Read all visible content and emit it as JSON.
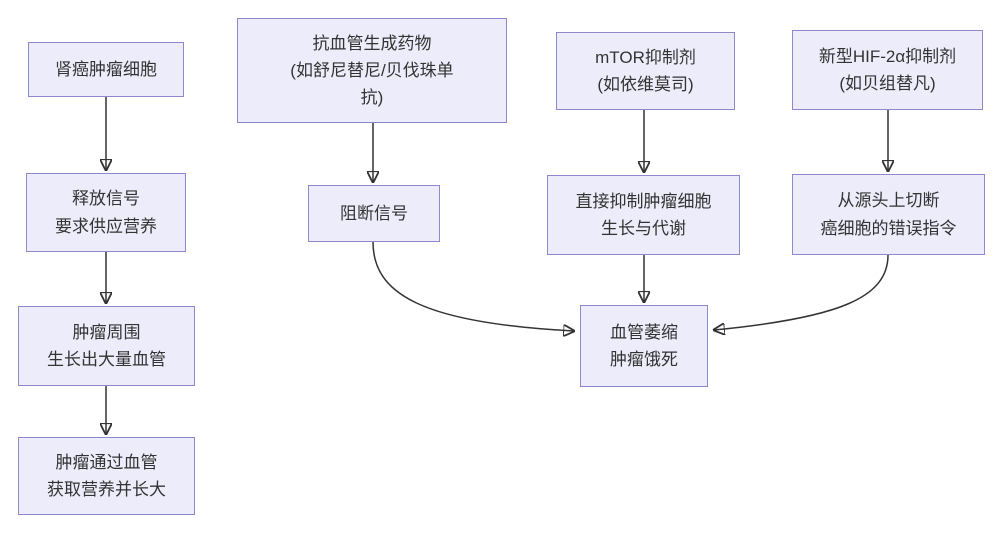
{
  "diagram": {
    "type": "flowchart",
    "language": "zh-CN",
    "colors": {
      "background": "#ffffff",
      "node_fill": "#ECECFA",
      "node_border": "#8F88CC",
      "text": "#333333",
      "arrow": "#333333"
    },
    "nodes": {
      "renal_tumor_cell": {
        "label": "肾癌肿瘤细胞"
      },
      "release_signal": {
        "label": "释放信号\n要求供应营养"
      },
      "vessel_growth": {
        "label": "肿瘤周围\n生长出大量血管"
      },
      "tumor_grows": {
        "label": "肿瘤通过血管\n获取营养并长大"
      },
      "anti_angiogenic": {
        "label": "抗血管生成药物\n(如舒尼替尼/贝伐珠单\n抗)"
      },
      "block_signal": {
        "label": "阻断信号"
      },
      "mtor_inhibitor": {
        "label": "mTOR抑制剂\n(如依维莫司)"
      },
      "inhibit_growth": {
        "label": "直接抑制肿瘤细胞\n生长与代谢"
      },
      "hif2a_inhibitor": {
        "label": "新型HIF-2α抑制剂\n(如贝组替凡)"
      },
      "cut_instructions": {
        "label": "从源头上切断\n癌细胞的错误指令"
      },
      "tumor_starves": {
        "label": "血管萎缩\n肿瘤饿死"
      }
    },
    "edges": [
      {
        "from": "renal_tumor_cell",
        "to": "release_signal"
      },
      {
        "from": "release_signal",
        "to": "vessel_growth"
      },
      {
        "from": "vessel_growth",
        "to": "tumor_grows"
      },
      {
        "from": "anti_angiogenic",
        "to": "block_signal"
      },
      {
        "from": "block_signal",
        "to": "tumor_starves"
      },
      {
        "from": "mtor_inhibitor",
        "to": "inhibit_growth"
      },
      {
        "from": "inhibit_growth",
        "to": "tumor_starves"
      },
      {
        "from": "hif2a_inhibitor",
        "to": "cut_instructions"
      },
      {
        "from": "cut_instructions",
        "to": "tumor_starves"
      }
    ]
  }
}
